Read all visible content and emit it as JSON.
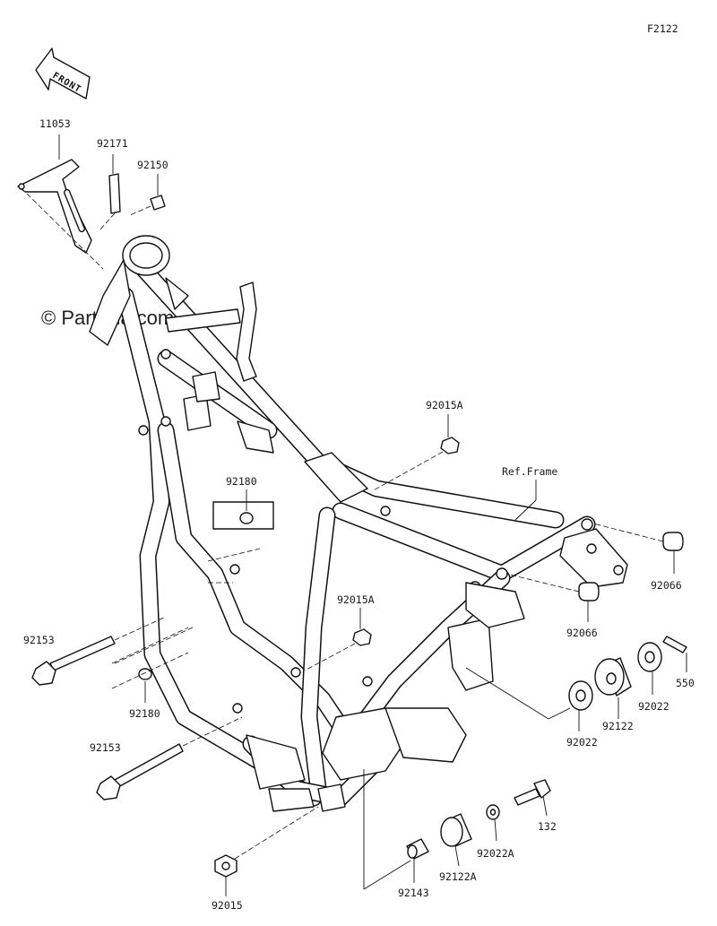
{
  "diagram_code": "F2122",
  "front_label": "FRONT",
  "watermark": "© Partzilla.com",
  "reference_label": "Ref.Frame",
  "parts": [
    {
      "number": "11053"
    },
    {
      "number": "92171"
    },
    {
      "number": "92150"
    },
    {
      "number": "92015A"
    },
    {
      "number": "92180"
    },
    {
      "number": "92015A"
    },
    {
      "number": "92066"
    },
    {
      "number": "92066"
    },
    {
      "number": "550"
    },
    {
      "number": "92153"
    },
    {
      "number": "92180"
    },
    {
      "number": "92022"
    },
    {
      "number": "92122"
    },
    {
      "number": "92022"
    },
    {
      "number": "92153"
    },
    {
      "number": "132"
    },
    {
      "number": "92022A"
    },
    {
      "number": "92122A"
    },
    {
      "number": "92143"
    },
    {
      "number": "92015"
    }
  ]
}
